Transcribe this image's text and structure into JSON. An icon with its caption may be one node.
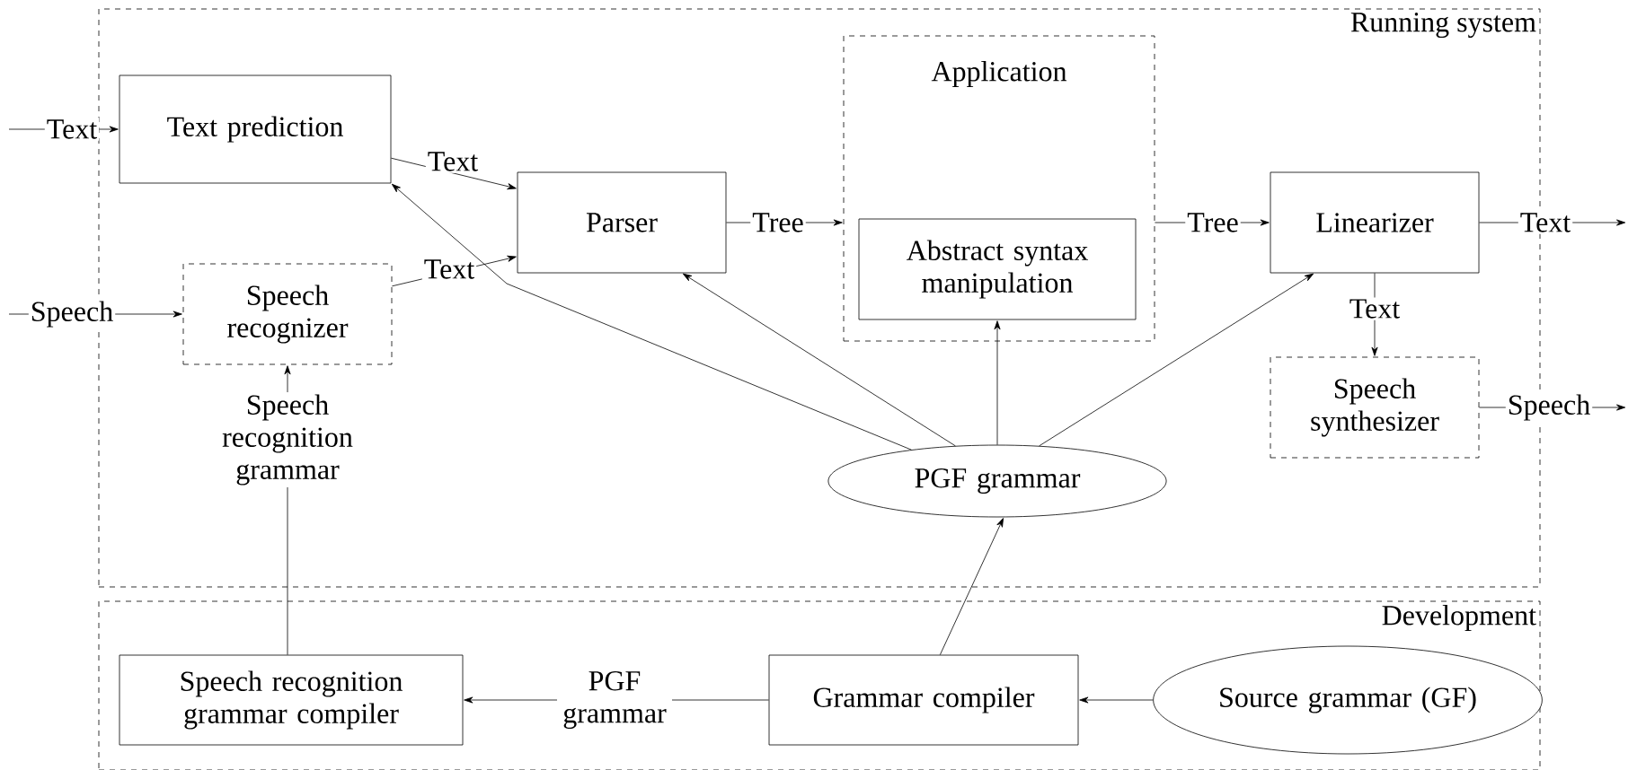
{
  "diagram": {
    "nodes": [
      {
        "text": [
          "Running system"
        ]
      },
      {
        "text": [
          "Development"
        ]
      },
      {
        "text": [
          "Text prediction"
        ],
        "in": 0
      },
      {
        "text": [
          "Speech recognizer"
        ],
        "in": 0
      },
      {
        "text": [
          "Parser"
        ],
        "in": 0
      },
      {
        "text": [
          "Application"
        ],
        "in": 0
      },
      {
        "text": [
          "Abstract syntax manipulation"
        ],
        "in": 5
      },
      {
        "text": [
          "Linearizer"
        ],
        "in": 0
      },
      {
        "text": [
          "Speech synthesizer"
        ],
        "in": 0
      },
      {
        "text": [
          "PGF grammar"
        ],
        "in": 0
      },
      {
        "text": [
          "Speech recognition grammar"
        ],
        "in": 0
      },
      {
        "text": [
          "Speech recognition grammar compiler"
        ],
        "in": 1
      },
      {
        "text": [
          "Grammar compiler"
        ],
        "in": 1
      },
      {
        "text": [
          "Source grammar (GF)"
        ],
        "in": 1
      }
    ],
    "edges": [
      {
        "from": null,
        "to": 2,
        "label": "Text",
        "arrow": "to"
      },
      {
        "from": null,
        "to": 3,
        "label": "Speech",
        "arrow": "to"
      },
      {
        "from": 2,
        "to": 4,
        "label": "Text",
        "arrow": "to"
      },
      {
        "from": 3,
        "to": 4,
        "label": "Text",
        "arrow": "to"
      },
      {
        "from": 9,
        "to": 2,
        "arrow": "to"
      },
      {
        "from": 4,
        "to": 5,
        "label": "Tree",
        "arrow": "to"
      },
      {
        "from": 5,
        "to": 7,
        "label": "Tree",
        "arrow": "to"
      },
      {
        "from": 7,
        "to": null,
        "label": "Text",
        "arrow": "to"
      },
      {
        "from": 7,
        "to": 8,
        "label": "Text",
        "arrow": "to"
      },
      {
        "from": 8,
        "to": null,
        "label": "Speech",
        "arrow": "to"
      },
      {
        "from": 9,
        "to": 4,
        "arrow": "to"
      },
      {
        "from": 9,
        "to": 6,
        "arrow": "to"
      },
      {
        "from": 9,
        "to": 7,
        "arrow": "to"
      },
      {
        "from": 12,
        "to": 9,
        "arrow": "to"
      },
      {
        "from": 12,
        "to": 11,
        "label": "PGF grammar",
        "arrow": "to"
      },
      {
        "from": 13,
        "to": 12,
        "arrow": "to"
      },
      {
        "from": 10,
        "to": 3,
        "arrow": "to"
      },
      {
        "from": 11,
        "to": 10,
        "arrow": "none"
      }
    ]
  }
}
